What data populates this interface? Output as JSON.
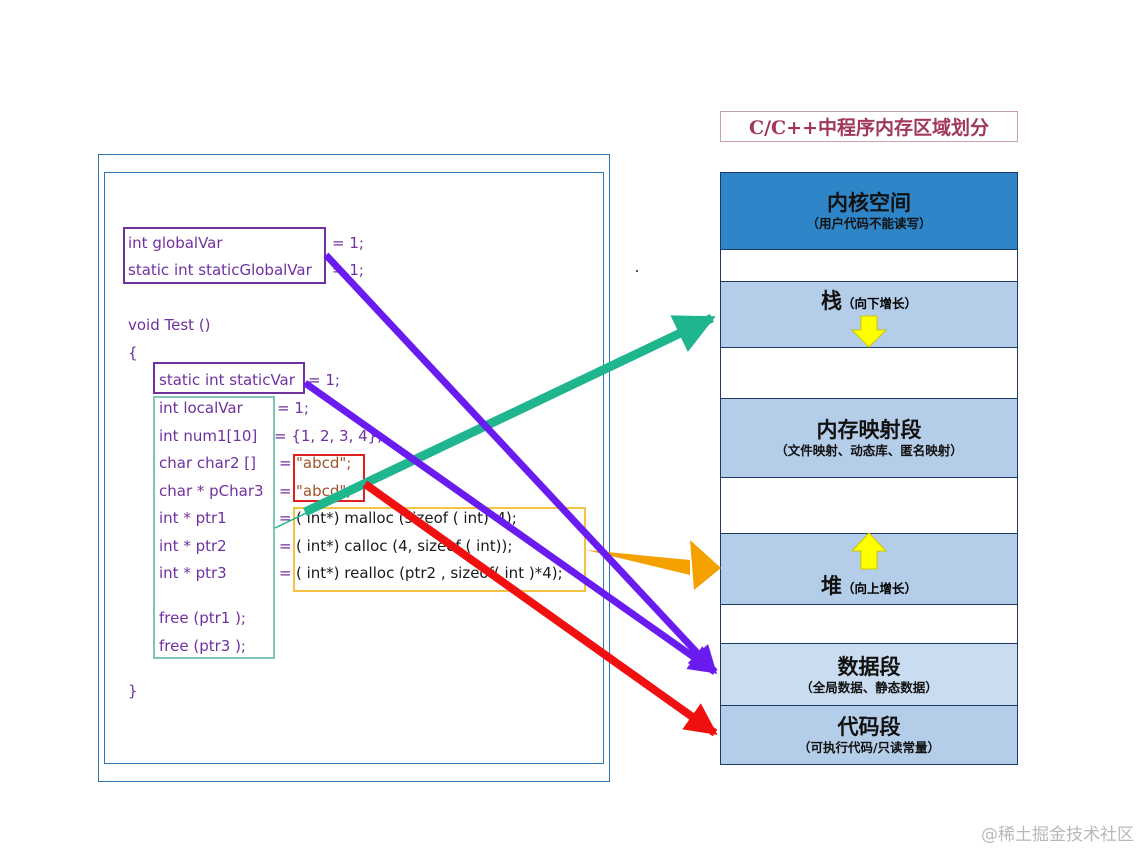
{
  "title": "C/C++中程序内存区域划分",
  "code": {
    "line1_decl": "int globalVar",
    "line1_init": "= 1;",
    "line2_decl": "static int staticGlobalVar",
    "line2_init": "= 1;",
    "line3": "void Test ()",
    "line4": "{",
    "line5_decl": "static int staticVar",
    "line5_init": "= 1;",
    "line6_decl": "int localVar",
    "line6_init": "= 1;",
    "line7_decl": "int num1[10]",
    "line7_init": "= {1, 2, 3, 4};",
    "line8_decl": "char char2 []",
    "line8_eq": "=",
    "line8_str": "\"abcd\";",
    "line9_decl": "char * pChar3",
    "line9_eq": "=",
    "line9_str": "\"abcd\";",
    "line10_decl": "int * ptr1",
    "line10_eq": "=",
    "line10_expr": "( int*) malloc (sizeof ( int)*4);",
    "line11_decl": "int * ptr2",
    "line11_eq": "=",
    "line11_expr": "( int*) calloc (4, sizeof ( int));",
    "line12_decl": "int * ptr3",
    "line12_eq": "=",
    "line12_expr": "( int*) realloc (ptr2 , sizeof( int )*4);",
    "line13": "free (ptr1 );",
    "line14": "free (ptr3 );",
    "line15": "}"
  },
  "segments": {
    "kernel_title": "内核空间",
    "kernel_sub": "（用户代码不能读写）",
    "stack_title": "栈",
    "stack_sub": "（向下增长）",
    "mmap_title": "内存映射段",
    "mmap_sub": "（文件映射、动态库、匿名映射）",
    "heap_title": "堆",
    "heap_sub": "（向上增长）",
    "data_title": "数据段",
    "data_sub": "（全局数据、静态数据）",
    "text_title": "代码段",
    "text_sub": "（可执行代码/只读常量）"
  },
  "colors": {
    "kernel": "#2e86c8",
    "segment_fill": "#b4cde8",
    "data_fill": "#c9dcf0",
    "arrow_stack": "#1fb58f",
    "arrow_heap": "#f4a100",
    "arrow_data": "#6a1cf0",
    "arrow_text": "#f01010",
    "growth_arrow": "#ffff00"
  },
  "watermark": "@稀土掘金技术社区"
}
